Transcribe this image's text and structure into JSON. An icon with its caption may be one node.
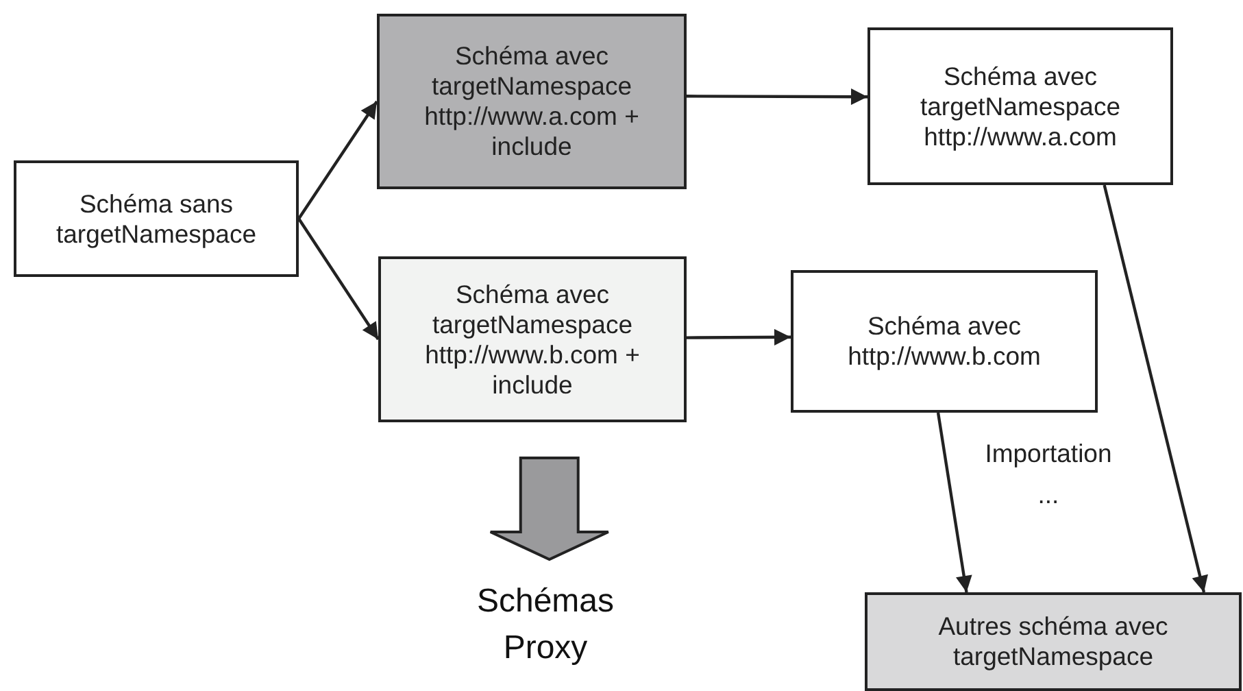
{
  "diagram": {
    "nodes": [
      {
        "text": [
          "Schéma sans targetNamespace"
        ]
      },
      {
        "text": [
          "Schéma avec targetNamespace http://www.a.com + include"
        ]
      },
      {
        "text": [
          "Schéma avec targetNamespace http://www.b.com + include"
        ]
      },
      {
        "text": [
          "Schéma avec targetNamespace http://www.a.com"
        ]
      },
      {
        "text": [
          "Schéma avec http://www.b.com"
        ]
      },
      {
        "text": [
          "Autres schéma avec targetNamespace"
        ]
      },
      {
        "text": [
          "Schémas Proxy"
        ]
      }
    ],
    "edges": [
      {
        "from": 0,
        "to": 1,
        "arrow": "to"
      },
      {
        "from": 0,
        "to": 2,
        "arrow": "to"
      },
      {
        "from": 1,
        "to": 3,
        "arrow": "to"
      },
      {
        "from": 2,
        "to": 4,
        "arrow": "to"
      },
      {
        "from": 3,
        "to": 5,
        "arrow": "to"
      },
      {
        "from": 4,
        "to": 5,
        "arrow": "to",
        "label": "Importation ..."
      },
      {
        "from": 2,
        "to": 6,
        "arrow": "to",
        "style": "thick",
        "color": "#9a9a9c"
      }
    ]
  }
}
